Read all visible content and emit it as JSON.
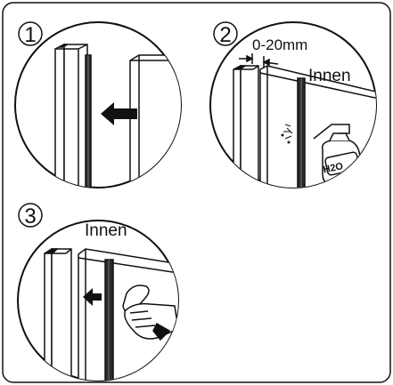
{
  "steps": [
    {
      "number": "1"
    },
    {
      "number": "2",
      "dimension": "0-20mm",
      "side_label": "Innen",
      "bottle_label": "H2O"
    },
    {
      "number": "3",
      "side_label": "Innen"
    }
  ],
  "colors": {
    "outline": "#111111",
    "seal_dark": "#2b2b2b",
    "frame": "#ffffff"
  },
  "icons": {
    "arrow": "left-arrow-icon",
    "spray": "spray-bottle-icon",
    "hand": "hand-icon"
  }
}
